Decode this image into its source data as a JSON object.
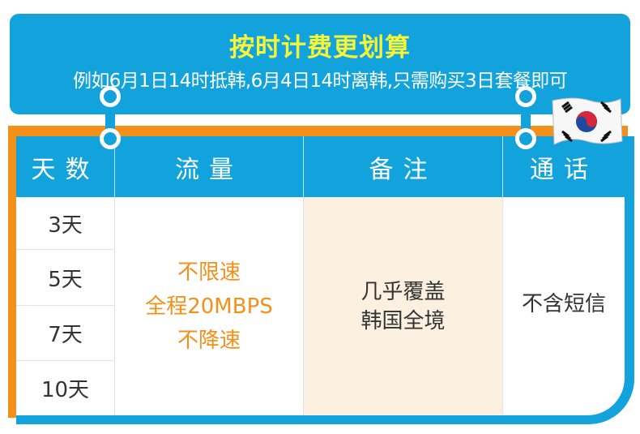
{
  "banner": {
    "title": "按时计费更划算",
    "subtitle": "例如6月1日14时抵韩,6月4日14时离韩,只需购买3日套餐即可"
  },
  "table": {
    "headers": [
      "天数",
      "流量",
      "备注",
      "通话"
    ],
    "days": [
      "3天",
      "5天",
      "7天",
      "10天"
    ],
    "speed": [
      "不限速",
      "全程20MBPS",
      "不降速"
    ],
    "note": [
      "几乎覆盖",
      "韩国全境"
    ],
    "call": "不含短信"
  },
  "colors": {
    "blue": "#12a3dc",
    "orange": "#f39019",
    "yellow": "#f5f53a"
  }
}
